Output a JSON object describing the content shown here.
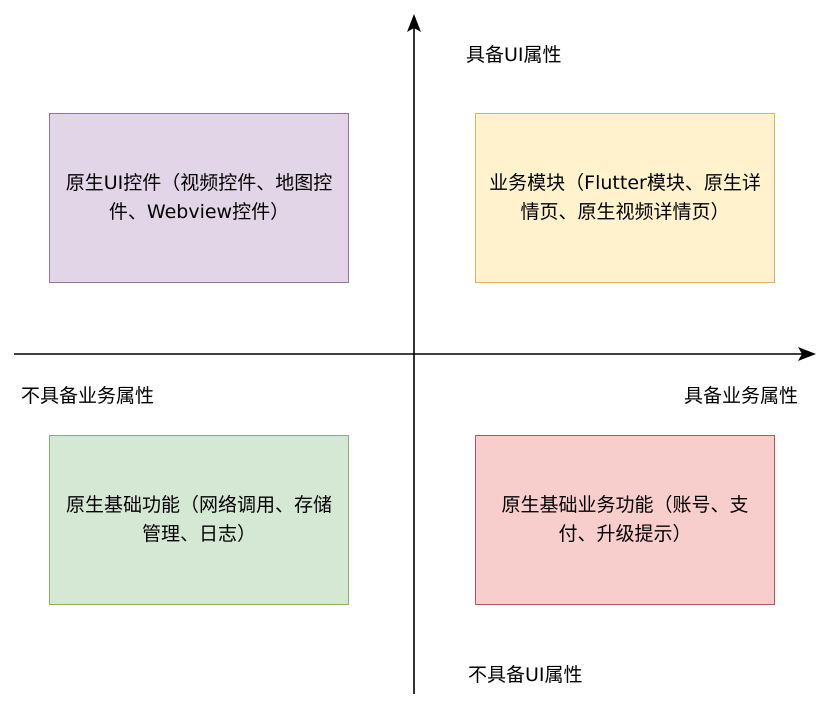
{
  "axes": {
    "y_top_label": "具备UI属性",
    "y_bottom_label": "不具备UI属性",
    "x_left_label": "不具备业务属性",
    "x_right_label": "具备业务属性",
    "line_color": "#000000"
  },
  "quadrants": {
    "top_left": {
      "text": "原生UI控件（视频控件、地图控件、Webview控件）",
      "fill": "#e1d5e7",
      "stroke": "#9673a6"
    },
    "top_right": {
      "text": "业务模块（Flutter模块、原生详情页、原生视频详情页）",
      "fill": "#fff2cc",
      "stroke": "#d6b656"
    },
    "bottom_left": {
      "text": "原生基础功能（网络调用、存储管理、日志）",
      "fill": "#d5e8d4",
      "stroke": "#82b366"
    },
    "bottom_right": {
      "text": "原生基础业务功能（账号、支付、升级提示）",
      "fill": "#f8cecc",
      "stroke": "#b85450"
    }
  }
}
